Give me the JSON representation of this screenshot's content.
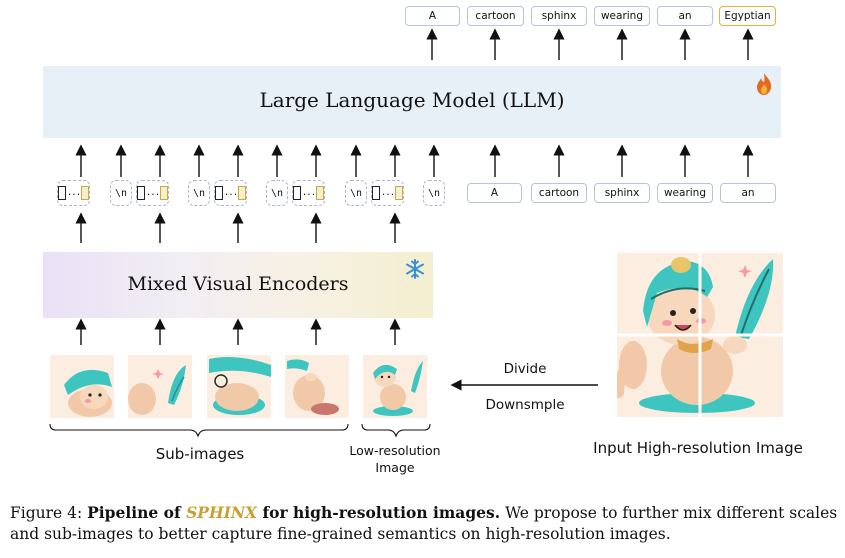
{
  "output_tokens": [
    "A",
    "cartoon",
    "sphinx",
    "wearing",
    "an",
    "Egyptian"
  ],
  "input_text_tokens": [
    "A",
    "cartoon",
    "sphinx",
    "wearing",
    "an"
  ],
  "llm": {
    "label": "Large Language Model (LLM)",
    "icon": "flame-icon",
    "trainable": true
  },
  "encoder": {
    "label": "Mixed Visual Encoders",
    "icon": "snowflake-icon",
    "frozen": true
  },
  "visual_tokens": {
    "dots": "...",
    "newline": "\\n"
  },
  "labels": {
    "sub_images": "Sub-images",
    "low_res_line1": "Low-resolution",
    "low_res_line2": "Image",
    "divide": "Divide",
    "downsample": "Downsmple",
    "input_image": "Input High-resolution Image"
  },
  "caption": {
    "prefix": "Figure 4: ",
    "bold_1": "Pipeline of ",
    "sphinx": "SPHINX",
    "bold_2": " for high-resolution images.",
    "rest": " We propose to further mix different scales and sub-images to better capture fine-grained semantics on high-resolution images."
  },
  "colors": {
    "highlight_border": "#e3b23c",
    "llm_bg": "#e8f0f7",
    "teal": "#3fc5c0",
    "cream": "#fbeee0"
  }
}
